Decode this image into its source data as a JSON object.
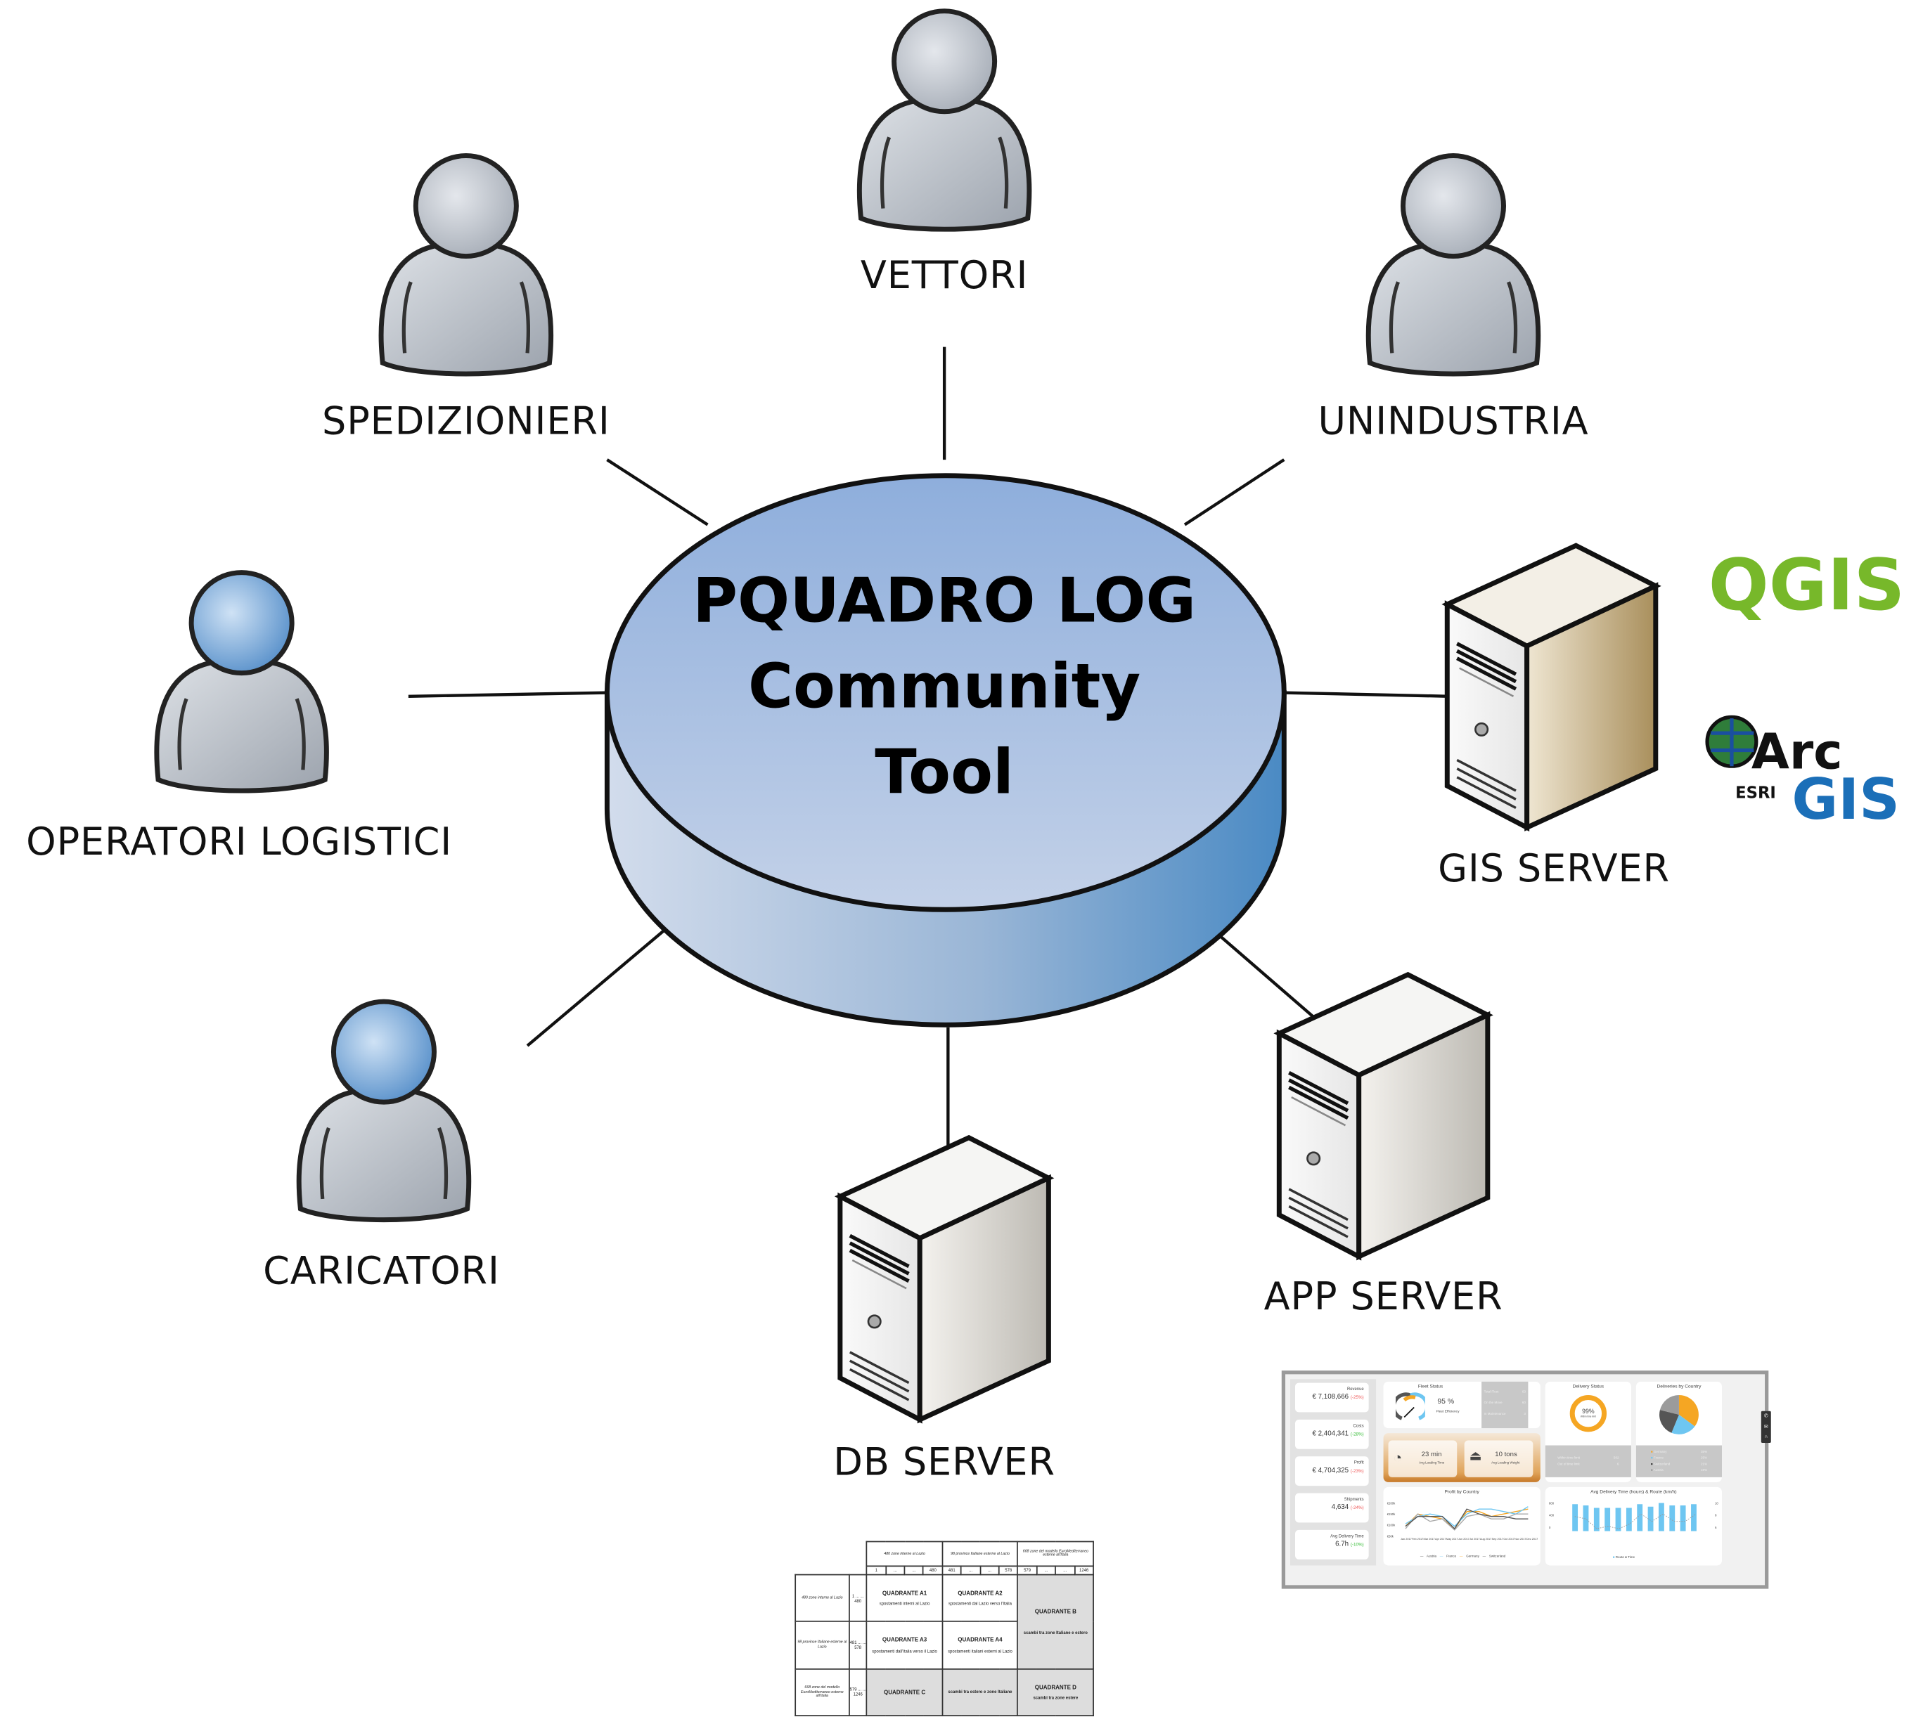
{
  "title": {
    "line1": "PQUADRO LOG",
    "line2": "Community",
    "line3": "Tool"
  },
  "actors": [
    {
      "label": "VETTORI"
    },
    {
      "label": "SPEDIZIONIERI"
    },
    {
      "label": "UNINDUSTRIA"
    },
    {
      "label": "OPERATORI LOGISTICI"
    },
    {
      "label": "CARICATORI"
    }
  ],
  "servers": [
    {
      "label": "GIS SERVER"
    },
    {
      "label": "APP SERVER"
    },
    {
      "label": "DB SERVER"
    }
  ],
  "logos": {
    "qgis": "QGIS",
    "arc": "Arc",
    "esri": "ESRI",
    "gis": "GIS"
  },
  "colors": {
    "cylinder_top": "#9db6de",
    "cylinder_side": "#5b93c8",
    "person_head_blue": "#6a9fd4",
    "person_gray": "#b9bec6",
    "gis_server_side": "#c9b48a"
  },
  "matrix": {
    "col_headers": [
      "480 zone interne al Lazio",
      "98 province Italiane esterne al Lazio",
      "668 zone del modello EuroMediterraneo esterne all'Italia"
    ],
    "col_indices": [
      "1",
      "...",
      "...",
      "480",
      "481",
      "...",
      "...",
      "578",
      "579",
      "...",
      "...",
      "1246"
    ],
    "row_headers": [
      "480 zone interne al Lazio",
      "98 province Italiane esterne al Lazio",
      "668 zone del modello EuroMediterraneo esterne all'Italia"
    ],
    "row_indices": [
      "1",
      "...",
      "...",
      "480",
      "481",
      "...",
      "...",
      "578",
      "579",
      "...",
      "...",
      "1246"
    ],
    "cells": {
      "a1_title": "QUADRANTE A1",
      "a1_desc": "spostamenti interni al Lazio",
      "a2_title": "QUADRANTE A2",
      "a2_desc": "spostamenti dal Lazio verso l'Italia",
      "a3_title": "QUADRANTE A3",
      "a3_desc": "spostamenti dall'Italia verso il Lazio",
      "a4_title": "QUADRANTE A4",
      "a4_desc": "spostamenti italiani esterni al Lazio",
      "b_title": "QUADRANTE B",
      "b_desc": "scambi tra zone Italiane e estero",
      "c_title": "QUADRANTE C",
      "c_desc": "scambi tra estero e zone Italiane",
      "d_title": "QUADRANTE D",
      "d_desc": "scambi tra zone estere"
    }
  },
  "dashboard": {
    "kpis": [
      {
        "label": "Revenue",
        "value": "€ 7,108,666",
        "delta": "(-25%)"
      },
      {
        "label": "Costs",
        "value": "€ 2,404,341",
        "delta": "(-28%)"
      },
      {
        "label": "Profit",
        "value": "€ 4,704,325",
        "delta": "(-23%)"
      },
      {
        "label": "Shipments",
        "value": "4,634",
        "delta": "(-24%)"
      },
      {
        "label": "Avg Delivery Time",
        "value": "6.7h",
        "delta": "(-10%)"
      }
    ],
    "fleet": {
      "title": "Fleet Status",
      "value": "95 %",
      "caption": "Fleet Efficiency",
      "rows": [
        {
          "label": "Total Fleet",
          "value": "63"
        },
        {
          "label": "On the Move",
          "value": "60"
        },
        {
          "label": "In Maintenance",
          "value": "3"
        }
      ]
    },
    "loading_time": {
      "value": "23 min",
      "caption": "Avg Loading Time"
    },
    "loading_weight": {
      "value": "10 tons",
      "caption": "Avg Loading Weight"
    },
    "delivery": {
      "title": "Delivery Status",
      "value": "99%",
      "caption": "Within time limit",
      "progress": 0.99,
      "rows": [
        {
          "label": "Within time limit",
          "value": "502"
        },
        {
          "label": "Out of time limit",
          "value": "6"
        }
      ]
    },
    "by_country": {
      "title": "Deliveries by Country",
      "rows": [
        {
          "label": "Germany",
          "value": "35%",
          "color": "#f5a623"
        },
        {
          "label": "France",
          "value": "25%",
          "color": "#6ec6f1"
        },
        {
          "label": "Switzerland",
          "value": "21%",
          "color": "#555555"
        },
        {
          "label": "Austria",
          "value": "19%",
          "color": "#9b9b9b"
        }
      ]
    },
    "profit_chart": {
      "title": "Profit by Country",
      "yticks": [
        "€200k",
        "€150k",
        "€100k",
        "€50k"
      ],
      "months": [
        "Jan 2017",
        "Feb 2017",
        "Mar 2017",
        "Apr 2017",
        "May 2017",
        "Jun 2017",
        "Jul 2017",
        "Aug 2017",
        "Sep 2017",
        "Oct 2017",
        "Nov 2017",
        "Dec 2017"
      ],
      "legend": [
        "Austria",
        "France",
        "Germany",
        "Switzerland"
      ]
    },
    "route_chart": {
      "title": "Avg Delivery Time (hours) & Route (km/h)",
      "yticks_left": [
        "800",
        "400",
        "0"
      ],
      "yticks_right": [
        "10",
        "8",
        "6"
      ],
      "legend": [
        "Route",
        "Time"
      ]
    }
  }
}
